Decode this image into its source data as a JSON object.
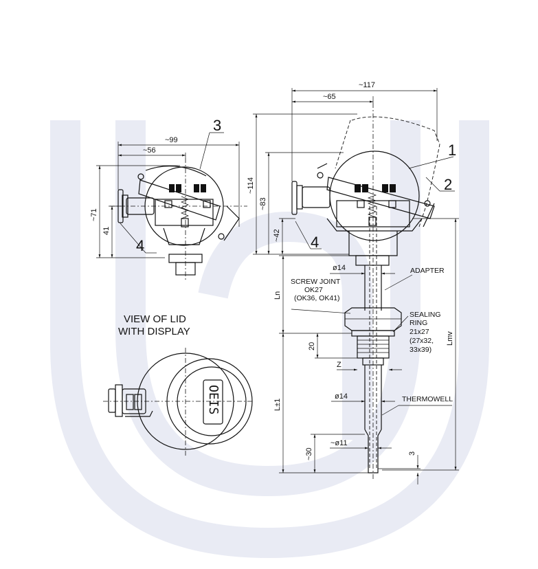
{
  "dimensions": {
    "left_overall_width": "~99",
    "left_inner_width": "~56",
    "left_height_total": "~71",
    "left_height_lower": "41",
    "right_overall_width": "~117",
    "right_inner_width": "~65",
    "right_height_total": "~114",
    "right_height_mid": "~83",
    "right_height_lower": "~42",
    "diameter_adapter": "ø14",
    "length_ln": "Ln",
    "height_20": "20",
    "thread_z": "Z",
    "diameter_well": "ø14",
    "length_l1": "L±1",
    "diameter_tip": "~ø11",
    "tip_length": "~30",
    "tip_offset": "3",
    "length_lmv": "Lmv"
  },
  "callouts": {
    "c1": "1",
    "c2": "2",
    "c3": "3",
    "c4_left": "4",
    "c4_right": "4"
  },
  "labels": {
    "adapter": "ADAPTER",
    "screw_joint_1": "SCREW JOINT",
    "screw_joint_2": "OK27",
    "screw_joint_3": "(OK36, OK41)",
    "sealing_1": "SEALING",
    "sealing_2": "RING",
    "sealing_3": "21x27",
    "sealing_4": "(27x32,",
    "sealing_5": "33x39)",
    "thermowell": "THERMOWELL",
    "lid_view_1": "VIEW OF LID",
    "lid_view_2": "WITH DISPLAY"
  },
  "display_text": "OEIS"
}
